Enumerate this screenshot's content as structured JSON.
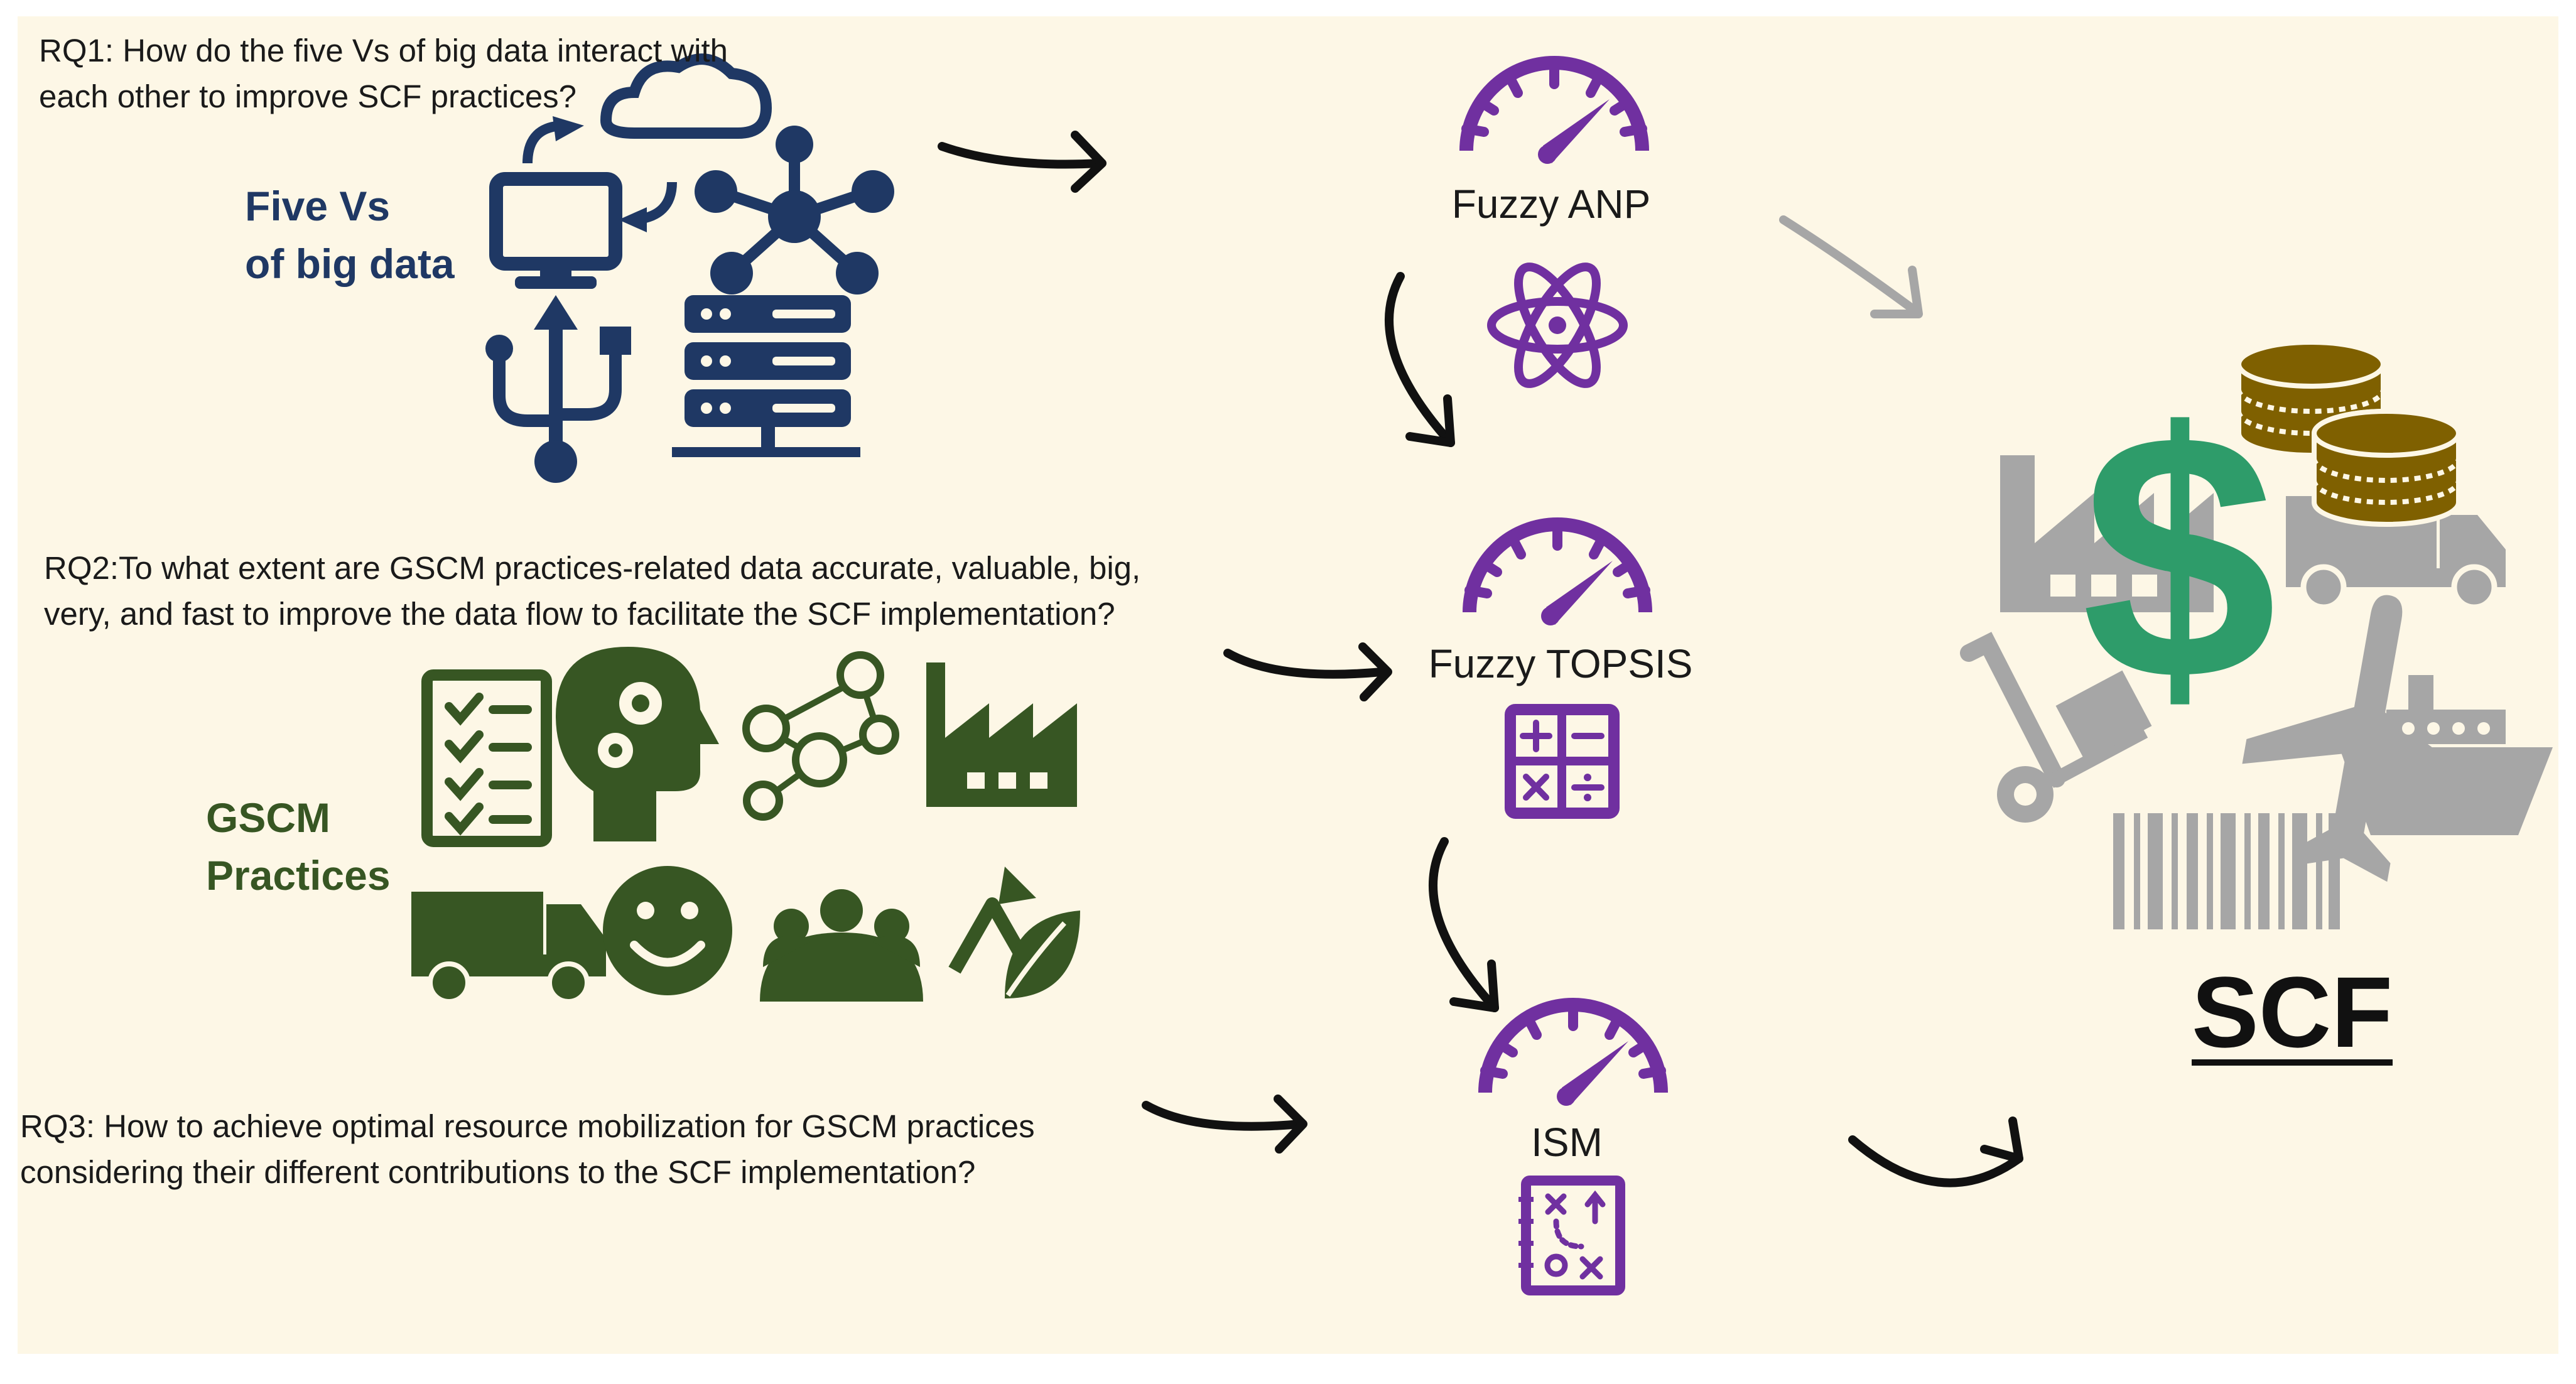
{
  "research_questions": {
    "rq1": "RQ1: How do the five Vs of big data interact with\neach other to improve SCF practices?",
    "rq2": "RQ2:To what extent are GSCM practices-related data accurate, valuable, big,\nvery, and fast to improve the data flow to facilitate the SCF implementation?",
    "rq3": "RQ3: How to achieve optimal resource mobilization for GSCM practices\nconsidering their different contributions to the SCF implementation?"
  },
  "groups": {
    "big_data": "Five Vs\nof big data",
    "gscm": "GSCM\nPractices"
  },
  "methods": {
    "anp": "Fuzzy ANP",
    "topsis": "Fuzzy TOPSIS",
    "ism": "ISM"
  },
  "outcome": {
    "label": "SCF",
    "symbol": "$"
  },
  "colors": {
    "background": "#fdf7e6",
    "big_data_navy": "#1f3864",
    "gscm_green": "#375623",
    "method_purple": "#7030a0",
    "scf_gray": "#a6a6a6",
    "dollar_green": "#2e9c6a",
    "coin_brown": "#7f6000",
    "arrow_black": "#111111"
  },
  "icons": {
    "big_data": [
      "cloud-sync-computer-icon",
      "network-hub-icon",
      "usb-icon",
      "server-rack-icon"
    ],
    "gscm": [
      "checklist-icon",
      "head-gears-icon",
      "people-network-icon",
      "factory-icon",
      "dump-truck-icon",
      "smiley-icon",
      "team-icon",
      "recycle-leaf-icon"
    ],
    "methods": [
      "gauge-icon",
      "atom-icon",
      "calculator-icon",
      "strategy-plan-icon"
    ],
    "scf": [
      "factory-icon",
      "dollar-icon",
      "coins-icon",
      "truck-icon",
      "hand-truck-icon",
      "airplane-icon",
      "ship-icon",
      "barcode-icon"
    ]
  }
}
